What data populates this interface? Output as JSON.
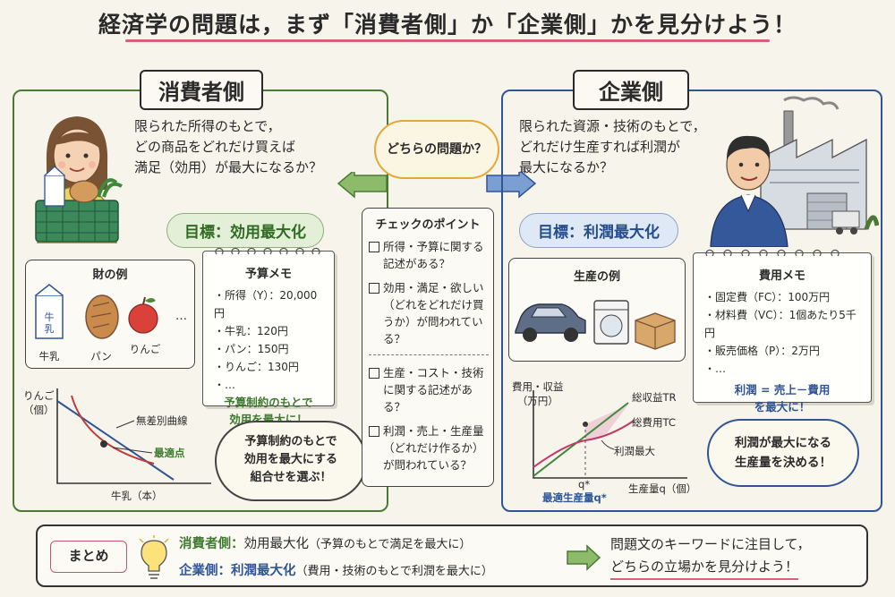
{
  "title": "経済学の問題は，まず「消費者側」か「企業側」かを見分けよう！",
  "colors": {
    "consumer": "#4a7a36",
    "firm": "#2f5597",
    "accent": "#d9607a"
  },
  "center": {
    "question": "どちらの問題か？",
    "check_title": "チェックのポイント",
    "checks": [
      "所得・予算に関する記述がある？",
      "効用・満足・欲しい（どれをどれだけ買うか）が問われている？",
      "生産・コスト・技術に関する記述がある？",
      "利潤・売上・生産量（どれだけ作るか）が問われている？"
    ]
  },
  "consumer": {
    "title": "消費者側",
    "question_lines": [
      "限られた所得のもとで，",
      "どの商品をどれだけ買えば",
      "満足（効用）が最大になるか？"
    ],
    "goal": "目標：効用最大化",
    "goods_title": "財の例",
    "goods": [
      "牛乳",
      "パン",
      "りんご"
    ],
    "goods_more": "…",
    "memo": {
      "title": "予算メモ",
      "items": [
        "・所得（Y）：20,000円",
        "・牛乳：120円",
        "・パン：150円",
        "・りんご：130円",
        "・…"
      ],
      "note_lines": [
        "予算制約のもとで",
        "効用を最大に！"
      ]
    },
    "chart_labels": {
      "ylabel_lines": [
        "りんご",
        "（個）"
      ],
      "xlabel": "牛乳（本）",
      "curve": "無差別曲線",
      "optimum": "最適点"
    },
    "cloud_lines": [
      "予算制約のもとで",
      "効用を最大にする",
      "組合せを選ぶ！"
    ]
  },
  "firm": {
    "title": "企業側",
    "question_lines": [
      "限られた資源・技術のもとで，",
      "どれだけ生産すれば利潤が",
      "最大になるか？"
    ],
    "goal": "目標：利潤最大化",
    "production_title": "生産の例",
    "memo": {
      "title": "費用メモ",
      "items": [
        "・固定費（FC）：100万円",
        "・材料費（VC）：1個あたり5千円",
        "・販売価格（P）：2万円",
        "・…"
      ],
      "note_lines": [
        "利潤 = 売上－費用",
        "を最大に！"
      ]
    },
    "chart_labels": {
      "ylabel_lines": [
        "費用・収益",
        "（万円）"
      ],
      "tr": "総収益TR",
      "tc": "総費用TC",
      "max_profit": "利潤最大",
      "qstar": "q*",
      "opt_q": "最適生産量q*",
      "xlabel": "生産量q（個）"
    },
    "cloud_lines": [
      "利潤が最大になる",
      "生産量を決める！"
    ]
  },
  "summary": {
    "label": "まとめ",
    "consumer_line": {
      "head": "消費者側：",
      "goal": "効用最大化",
      "detail": "（予算のもとで満足を最大に）"
    },
    "firm_line": {
      "head": "企業側：",
      "goal": "利潤最大化",
      "detail": "（費用・技術のもとで利潤を最大に）"
    },
    "advice_lines": [
      "問題文のキーワードに注目して，",
      "どちらの立場かを見分けよう！"
    ]
  }
}
